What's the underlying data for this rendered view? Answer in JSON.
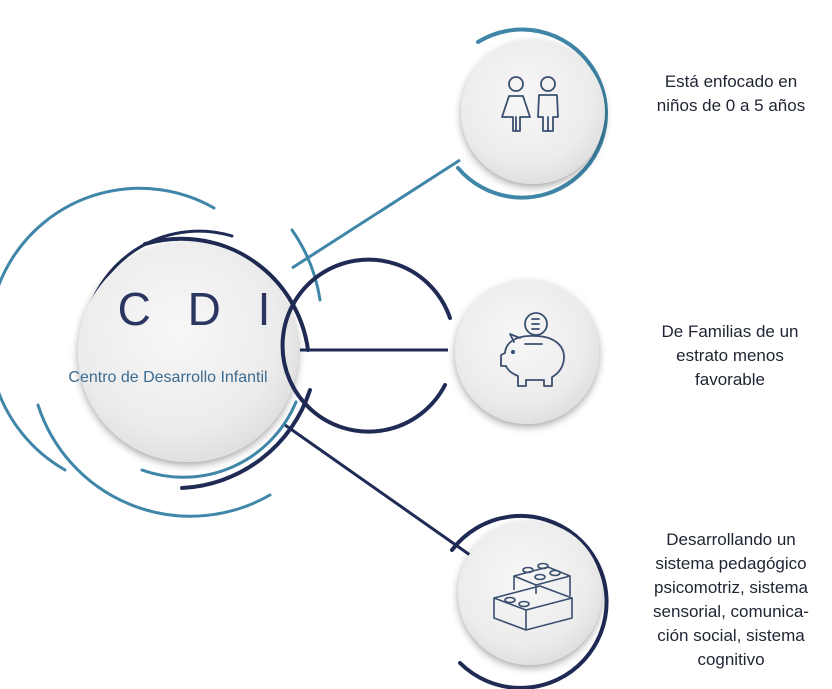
{
  "center": {
    "title": "C D I",
    "subtitle": "Centro de Desarrollo Infantil"
  },
  "items": [
    {
      "icon": "children-icon",
      "text": "Está enfocado en\nniños de 0 a 5 años"
    },
    {
      "icon": "piggy-bank-icon",
      "text": "De Familias  de un\nestrato menos\nfavorable"
    },
    {
      "icon": "building-blocks-icon",
      "text": "Desarrollando un\nsistema pedagógico\npsicomotriz, sistema\nsensorial, comunica-\nción social, sistema\ncognitivo"
    }
  ],
  "colors": {
    "navy": "#1f2a55",
    "teal": "#3f86a8",
    "disk": "#eeeeee",
    "icon": "#3a4f70"
  }
}
